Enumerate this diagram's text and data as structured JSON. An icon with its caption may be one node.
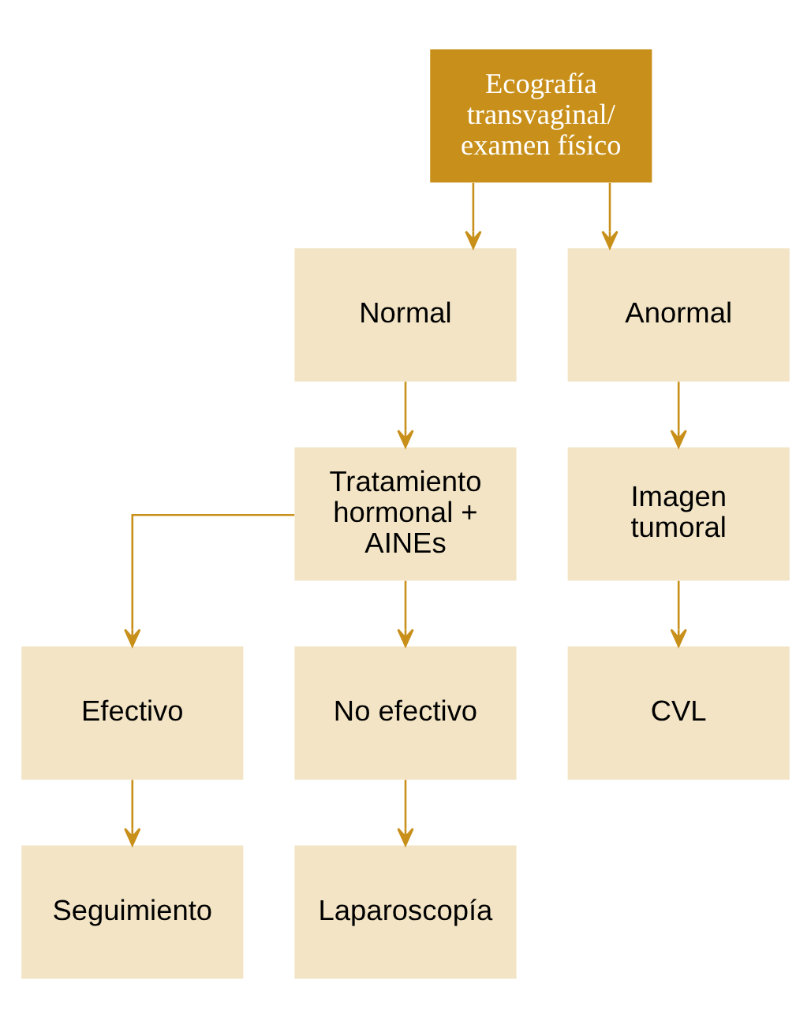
{
  "diagram": {
    "nodes": [
      {
        "text": [
          "Ecografía transvaginal/ examen físico"
        ]
      },
      {
        "text": [
          "Normal"
        ]
      },
      {
        "text": [
          "Anormal"
        ]
      },
      {
        "text": [
          "Tratamiento hormonal + AINEs"
        ]
      },
      {
        "text": [
          "Imagen tumoral"
        ]
      },
      {
        "text": [
          "Efectivo"
        ]
      },
      {
        "text": [
          "No efectivo"
        ]
      },
      {
        "text": [
          "CVL"
        ]
      },
      {
        "text": [
          "Seguimiento"
        ]
      },
      {
        "text": [
          "Laparoscopía"
        ]
      }
    ],
    "edges": [
      {
        "from": 0,
        "to": 1,
        "arrow": "to"
      },
      {
        "from": 0,
        "to": 2,
        "arrow": "to"
      },
      {
        "from": 1,
        "to": 3,
        "arrow": "to"
      },
      {
        "from": 2,
        "to": 4,
        "arrow": "to"
      },
      {
        "from": 3,
        "to": 5,
        "arrow": "to"
      },
      {
        "from": 3,
        "to": 6,
        "arrow": "to"
      },
      {
        "from": 4,
        "to": 7,
        "arrow": "to"
      },
      {
        "from": 5,
        "to": 8,
        "arrow": "to"
      },
      {
        "from": 6,
        "to": 9,
        "arrow": "to"
      }
    ]
  }
}
